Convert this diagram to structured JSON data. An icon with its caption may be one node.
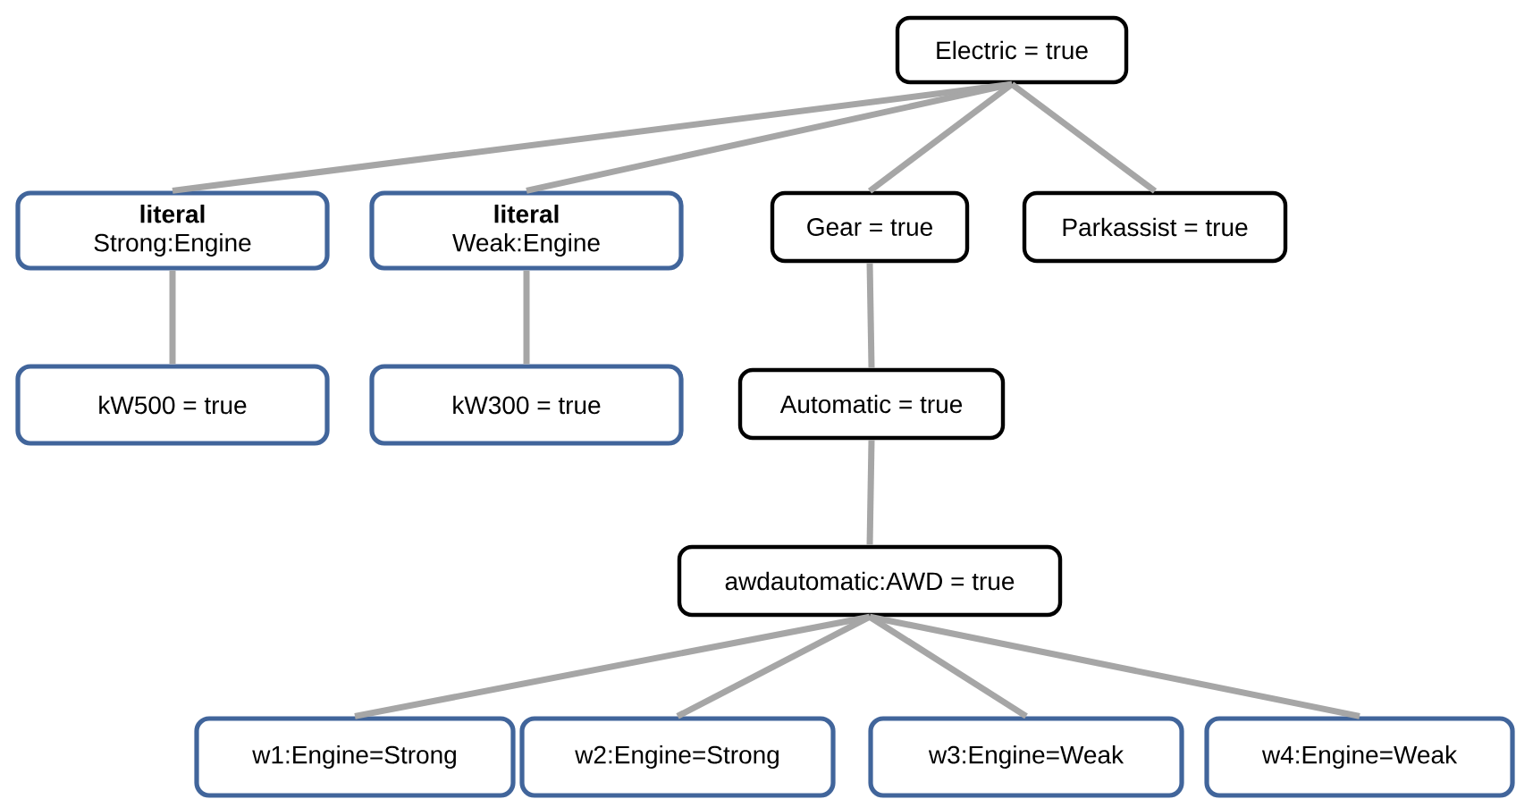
{
  "diagram": {
    "nodes": [
      {
        "text": [
          "Electric = true"
        ]
      },
      {
        "text": [
          "literal",
          "Strong:Engine"
        ]
      },
      {
        "text": [
          "literal",
          "Weak:Engine"
        ]
      },
      {
        "text": [
          "Gear = true"
        ]
      },
      {
        "text": [
          "Parkassist = true"
        ]
      },
      {
        "text": [
          "kW500 = true"
        ]
      },
      {
        "text": [
          "kW300 = true"
        ]
      },
      {
        "text": [
          "Automatic = true"
        ]
      },
      {
        "text": [
          "awdautomatic:AWD = true"
        ]
      },
      {
        "text": [
          "w1:Engine=Strong"
        ]
      },
      {
        "text": [
          "w2:Engine=Strong"
        ]
      },
      {
        "text": [
          "w3:Engine=Weak"
        ]
      },
      {
        "text": [
          "w4:Engine=Weak"
        ]
      }
    ],
    "edges": [
      {
        "from": 0,
        "to": 1,
        "arrow": "none"
      },
      {
        "from": 0,
        "to": 2,
        "arrow": "none"
      },
      {
        "from": 0,
        "to": 3,
        "arrow": "none"
      },
      {
        "from": 0,
        "to": 4,
        "arrow": "none"
      },
      {
        "from": 1,
        "to": 5,
        "arrow": "none"
      },
      {
        "from": 2,
        "to": 6,
        "arrow": "none"
      },
      {
        "from": 3,
        "to": 7,
        "arrow": "none"
      },
      {
        "from": 7,
        "to": 8,
        "arrow": "none"
      },
      {
        "from": 8,
        "to": 9,
        "arrow": "none"
      },
      {
        "from": 8,
        "to": 10,
        "arrow": "none"
      },
      {
        "from": 8,
        "to": 11,
        "arrow": "none"
      },
      {
        "from": 8,
        "to": 12,
        "arrow": "none"
      }
    ]
  }
}
